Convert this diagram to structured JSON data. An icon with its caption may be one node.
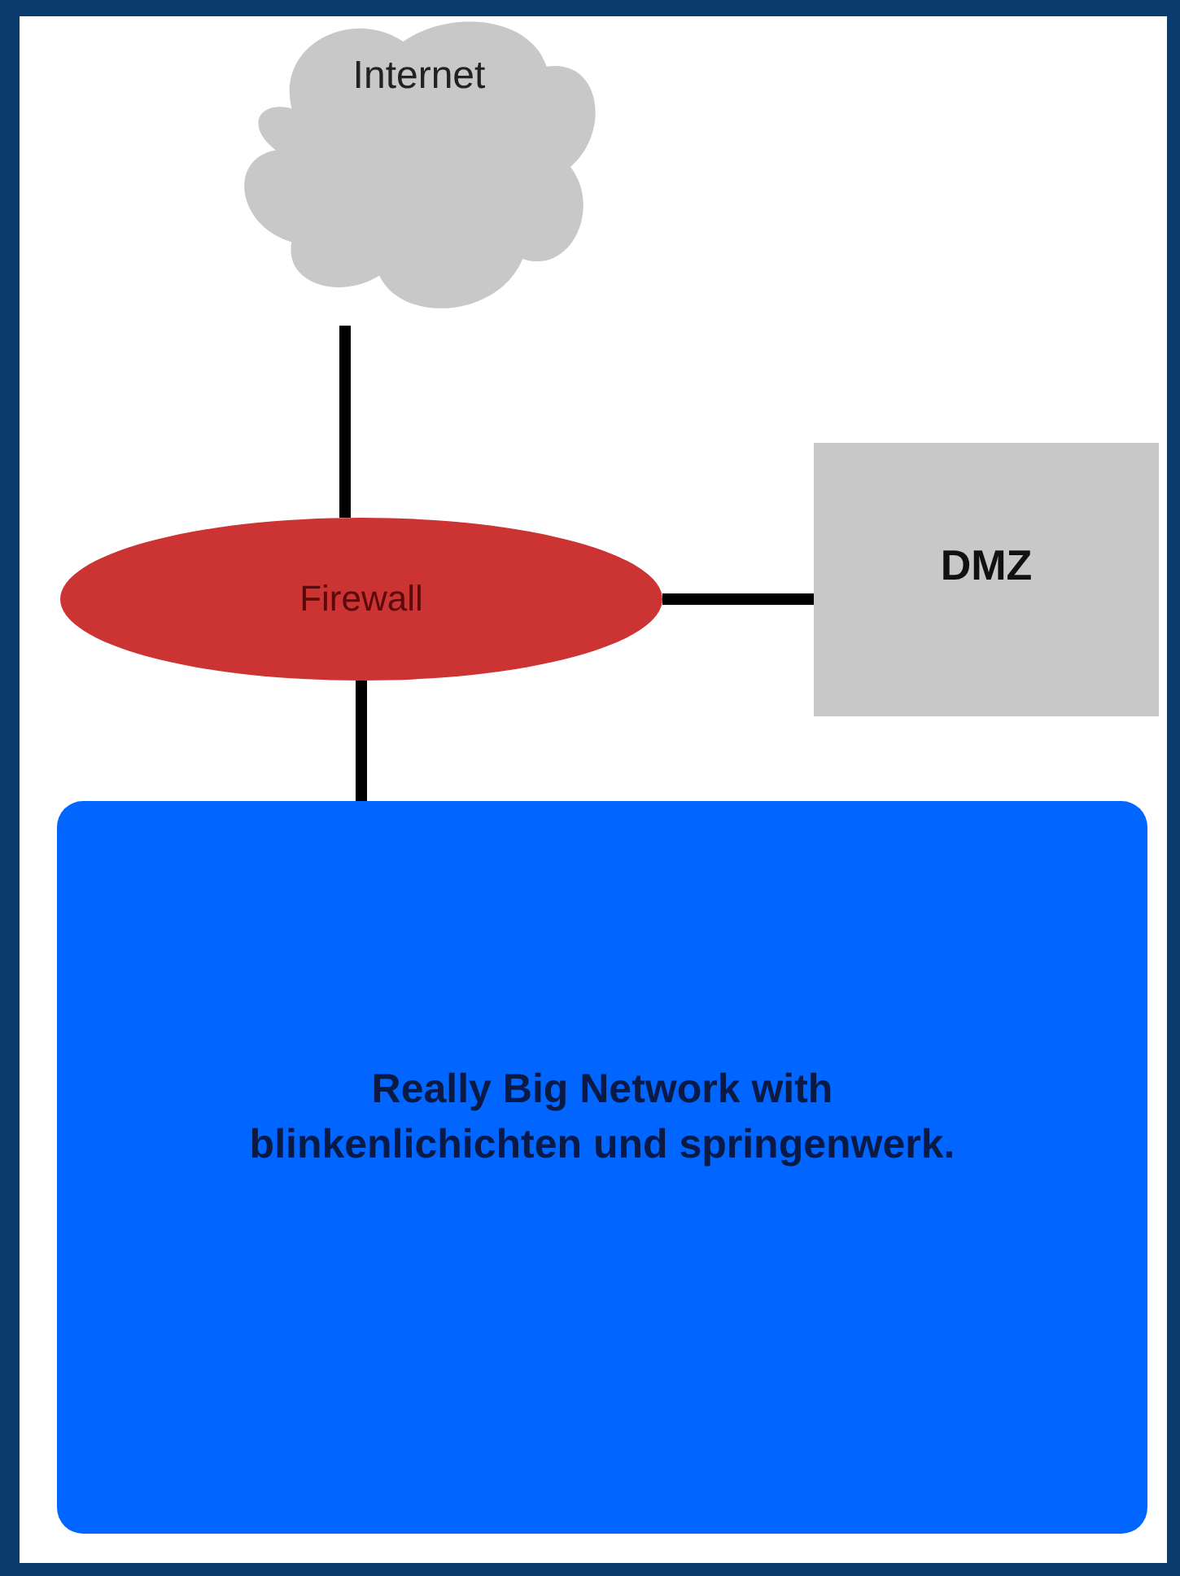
{
  "diagram": {
    "nodes": [
      {
        "text": [
          "Internet"
        ]
      },
      {
        "text": [
          "Firewall"
        ]
      },
      {
        "text": [
          "DMZ"
        ]
      },
      {
        "text": [
          "Really Big Network with blinkenlichichten und springenwerk."
        ]
      }
    ],
    "edges": [
      {
        "from": 0,
        "to": 1,
        "arrow": "none"
      },
      {
        "from": 1,
        "to": 2,
        "arrow": "none"
      },
      {
        "from": 1,
        "to": 3,
        "arrow": "none"
      }
    ]
  }
}
